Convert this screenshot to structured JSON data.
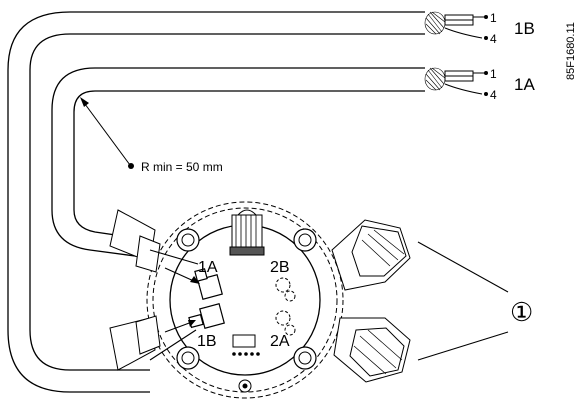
{
  "labels": {
    "cable_top": "1B",
    "cable_mid": "1A",
    "wire_1": "1",
    "wire_4": "4",
    "radius": "R min = 50 mm",
    "port_1a": "1A",
    "port_1b": "1B",
    "port_2a": "2A",
    "port_2b": "2B",
    "callout": "①",
    "doc_id": "85F1680.11"
  }
}
